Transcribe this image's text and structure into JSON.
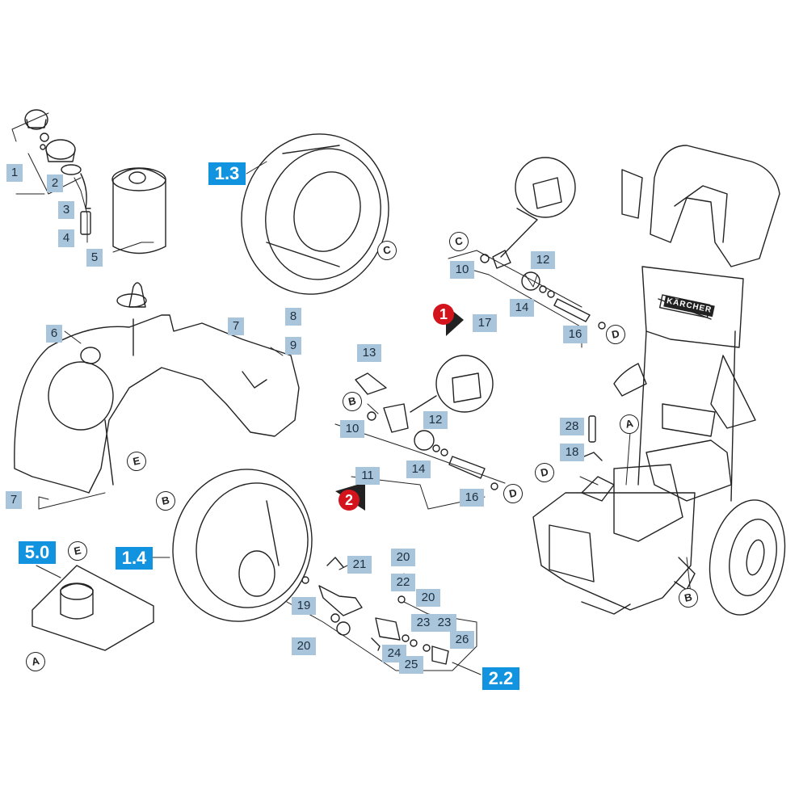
{
  "callouts": {
    "c1": "1",
    "c2": "2",
    "c3": "3",
    "c4": "4",
    "c5": "5",
    "c6": "6",
    "c7a": "7",
    "c7b": "7",
    "c8": "8",
    "c9": "9",
    "c10a": "10",
    "c10b": "10",
    "c11": "11",
    "c12a": "12",
    "c12b": "12",
    "c13": "13",
    "c14a": "14",
    "c14b": "14",
    "c16a": "16",
    "c16b": "16",
    "c17": "17",
    "c18": "18",
    "c19": "19",
    "c20a": "20",
    "c20b": "20",
    "c20c": "20",
    "c21": "21",
    "c22": "22",
    "c23a": "23",
    "c23b": "23",
    "c24": "24",
    "c25": "25",
    "c26": "26",
    "c28": "28"
  },
  "assemblies": {
    "a13": "1.3",
    "a14": "1.4",
    "a22": "2.2",
    "a50": "5.0"
  },
  "connectors": {
    "ca": "C",
    "cb": "C",
    "e1": "E",
    "e2": "E",
    "b1": "B",
    "b2": "B",
    "b3": "B",
    "d1": "D",
    "d2": "D",
    "d3": "D",
    "aa1": "A",
    "aa2": "A"
  },
  "steps": {
    "s1": "1",
    "s2": "2"
  },
  "brand": {
    "logo_text": "KÄRCHER"
  },
  "colors": {
    "callout_bg": "#a9c5dc",
    "assembly_bg": "#1193e0",
    "step_bg": "#d4141c",
    "line": "#222222"
  }
}
